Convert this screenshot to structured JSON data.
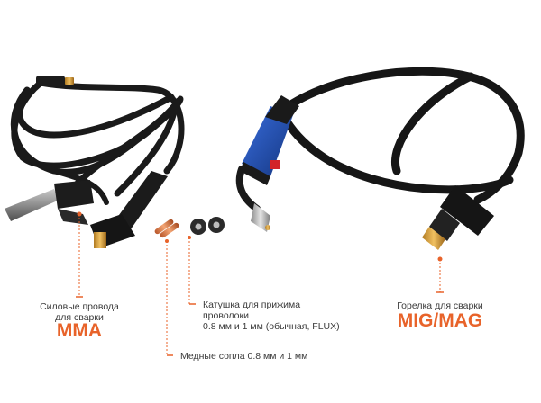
{
  "accent_color": "#e8632a",
  "mma": {
    "line1": "Силовые провода",
    "line2": "для сварки",
    "big": "MMA"
  },
  "reel": {
    "line1": "Катушка для прижима",
    "line2": "проволоки",
    "line3": "0.8 мм и 1 мм (обычная, FLUX)"
  },
  "nozzles": {
    "label": "Медные сопла 0.8 мм и 1 мм"
  },
  "mig": {
    "line1": "Горелка для сварки",
    "big": "MIG/MAG"
  }
}
